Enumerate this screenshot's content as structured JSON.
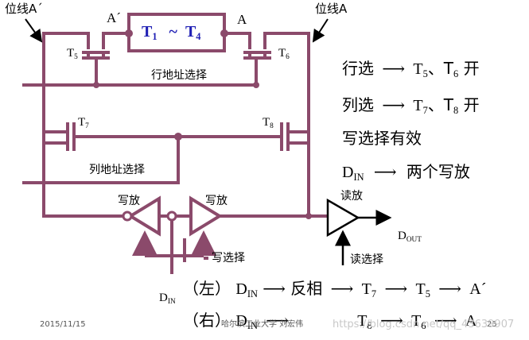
{
  "colors": {
    "wire": "#8b4a6b",
    "ink": "#000000",
    "cell_text": "#1f1fb4",
    "buffer_fill": "#ffffff"
  },
  "labels": {
    "bitline_left": "位线A´",
    "bitline_right": "位线A",
    "node_left": "A´",
    "node_right": "A",
    "cell_t1": "T",
    "cell_t1_sub": "1",
    "cell_tilde": "~",
    "cell_t4": "T",
    "cell_t4_sub": "4",
    "t5": "T",
    "t5_sub": "5",
    "t6": "T",
    "t6_sub": "6",
    "t7": "T",
    "t7_sub": "7",
    "t8": "T",
    "t8_sub": "8",
    "row_select": "行地址选择",
    "col_select": "列地址选择",
    "write_amp_left": "写放",
    "write_amp_right": "写放",
    "write_select": "写选择",
    "read_amp": "读放",
    "read_select": "读选择",
    "din": "D",
    "din_sub": "IN",
    "dout": "D",
    "dout_sub": "OUT"
  },
  "notes": {
    "row": {
      "label": "行选",
      "arrow": "⟶",
      "result": "T",
      "s1": "5",
      "sep": "、T",
      "s2": "6",
      "tail": " 开"
    },
    "col": {
      "label": "列选",
      "arrow": "⟶",
      "result": "T",
      "s1": "7",
      "sep": "、T",
      "s2": "8",
      "tail": " 开"
    },
    "write_valid": "写选择有效",
    "din": {
      "d": "D",
      "sub": "IN",
      "arrow": "⟶",
      "text": "两个写放"
    }
  },
  "paths": {
    "left": {
      "tag": "（左）",
      "d": "D",
      "sub": "IN",
      "a1": "⟶",
      "step1": "反相",
      "a2": "⟶",
      "t": "T",
      "t_sub": "7",
      "a3": "⟶",
      "t2": "T",
      "t2_sub": "5",
      "a4": "⟶",
      "end": "A´"
    },
    "right": {
      "tag": "（右）",
      "d": "D",
      "sub": "IN",
      "a1": "⟶",
      "t": "T",
      "t_sub": "8",
      "a3": "⟶",
      "t2": "T",
      "t2_sub": "6",
      "a4": "⟶",
      "end": "A"
    }
  },
  "footer": {
    "date": "2015/11/15",
    "author": "哈尔滨工业大学  刘宏伟",
    "page": "25",
    "watermark": "https://blog.csdn.net/qq_43639907"
  }
}
